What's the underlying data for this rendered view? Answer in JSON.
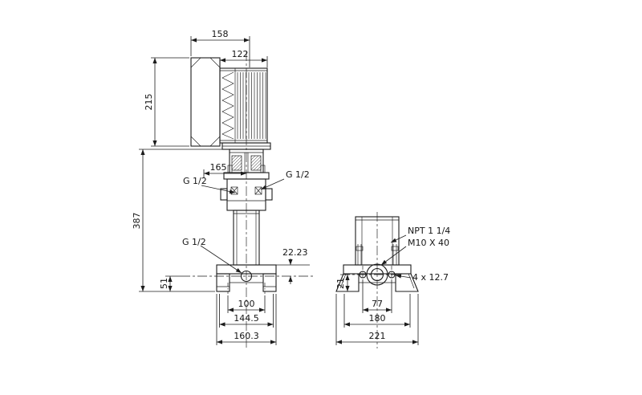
{
  "drawing": {
    "line_color": "#1c1c1c",
    "background": "#ffffff"
  },
  "side": {
    "dims": {
      "d158": "158",
      "d122": "122",
      "d215": "215",
      "d387": "387",
      "d165": "165",
      "d2223": "22.23",
      "d51": "51",
      "d100": "100",
      "d1445": "144.5",
      "d1603": "160.3"
    },
    "labels": {
      "port_left": "G 1/2",
      "port_right": "G 1/2",
      "drain": "G 1/2"
    }
  },
  "base": {
    "dims": {
      "d21": "21",
      "d77": "77",
      "d180": "180",
      "d221": "221"
    },
    "labels": {
      "npt": "NPT 1 1/4",
      "bolt": "M10 X 40",
      "holes": "4 x 12.7"
    }
  }
}
